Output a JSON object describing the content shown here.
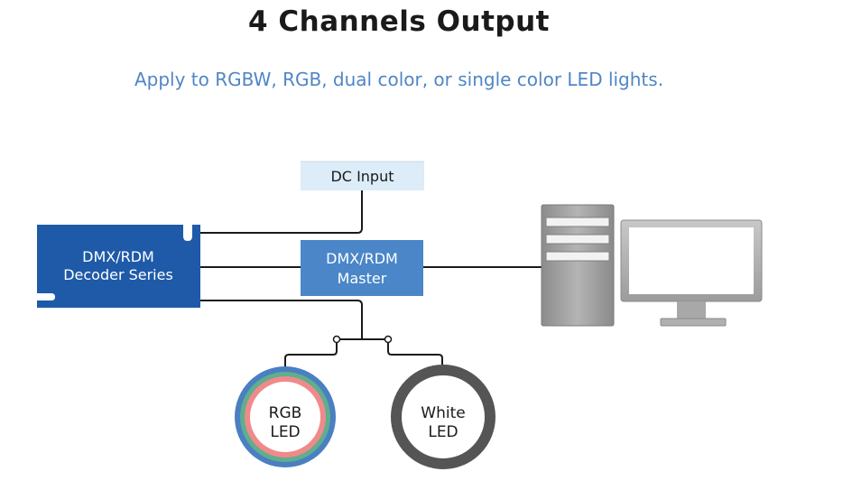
{
  "title": "4 Channels Output",
  "subtitle": "Apply to RGBW, RGB, dual color, or single color LED lights.",
  "dc_input": {
    "label": "DC Input"
  },
  "decoder": {
    "line1": "DMX/RDM",
    "line2": "Decoder Series"
  },
  "master": {
    "line1": "DMX/RDM",
    "line2": "Master"
  },
  "rgb_led": {
    "line1": "RGB",
    "line2": "LED"
  },
  "white_led": {
    "line1": "White",
    "line2": "LED"
  },
  "colors": {
    "decoder_fill": "#1e5aa8",
    "master_fill": "#4a86c8",
    "dc_input_fill": "#dcecf8",
    "title": "#1a1a1a",
    "subtitle": "#4f86c6",
    "rgb_ring_blue": "#4a7fc1",
    "rgb_ring_green": "#5fae8e",
    "rgb_ring_red": "#f08a8a",
    "white_ring": "#555555",
    "computer_body": "#9a9a9a"
  },
  "icons": [
    "computer-tower-icon",
    "monitor-icon"
  ]
}
